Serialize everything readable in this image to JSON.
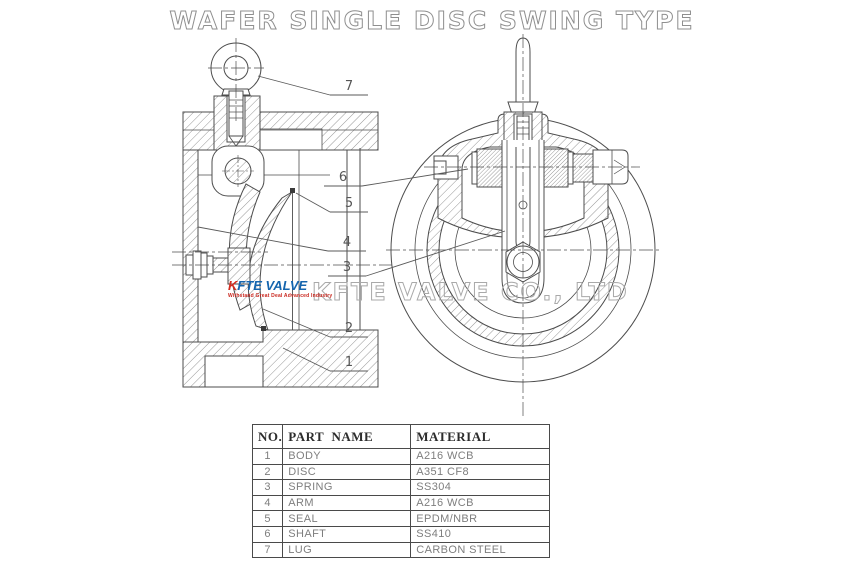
{
  "title": "WAFER SINGLE DISC SWING TYPE",
  "watermark": {
    "company": "KFTE VALVE CO., LTD"
  },
  "logo": {
    "name": "KFTE VALVE",
    "tagline": "Withstand Great Deal Advanced Industry"
  },
  "drawing": {
    "type": "wafer single disc swing check valve, sectional side view and front view",
    "callouts": [
      "7",
      "6",
      "5",
      "4",
      "3",
      "2",
      "1"
    ]
  },
  "table": {
    "headers": {
      "no": "NO.",
      "part_name": "PART  NAME",
      "material": "MATERIAL"
    },
    "rows": [
      {
        "no": "1",
        "name": "BODY",
        "material": "A216 WCB"
      },
      {
        "no": "2",
        "name": "DISC",
        "material": "A351 CF8"
      },
      {
        "no": "3",
        "name": "SPRING",
        "material": "SS304"
      },
      {
        "no": "4",
        "name": "ARM",
        "material": "A216 WCB"
      },
      {
        "no": "5",
        "name": "SEAL",
        "material": "EPDM/NBR"
      },
      {
        "no": "6",
        "name": "SHAFT",
        "material": "SS410"
      },
      {
        "no": "7",
        "name": "LUG",
        "material": "CARBON STEEL"
      }
    ]
  },
  "colors": {
    "drawing_line": "#4d4d4d",
    "outline_text": "#8f8f8f",
    "logo_blue": "#1565ae",
    "logo_red": "#d42b1e",
    "table_text": "#7e7e7e"
  }
}
